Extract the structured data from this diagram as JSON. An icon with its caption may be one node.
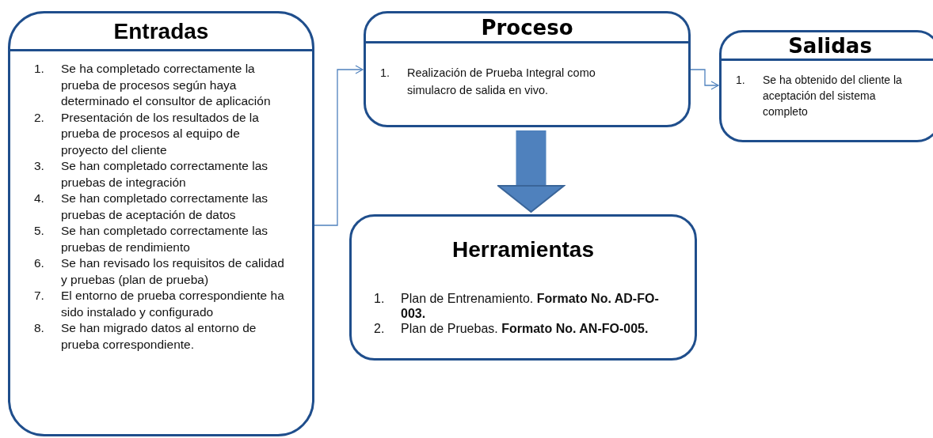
{
  "diagram": {
    "nodes": [
      {
        "text": [
          "Entradas",
          "1. Se ha completado correctamente la prueba de procesos según haya determinado el consultor de aplicación",
          "2. Presentación de los resultados de la prueba de procesos al equipo de proyecto del cliente",
          "3. Se han completado correctamente las pruebas de integración",
          "4. Se han completado correctamente las pruebas de aceptación de datos",
          "5. Se han completado correctamente las pruebas de rendimiento",
          "6. Se han revisado los requisitos de calidad y pruebas (plan de prueba)",
          "7. El entorno de prueba correspondiente ha sido instalado y configurado",
          "8. Se han migrado datos al entorno de prueba correspondiente."
        ]
      },
      {
        "text": [
          "Proceso",
          "1. Realización de Prueba Integral como simulacro de salida en vivo."
        ]
      },
      {
        "text": [
          "Salidas",
          "1. Se ha obtenido del cliente la aceptación del sistema completo"
        ]
      },
      {
        "text": [
          "Herramientas",
          "1. Plan de Entrenamiento. **Formato No. AD-FO-003.**",
          "2. Plan de Pruebas. **Formato No. AN-FO-005.**"
        ]
      }
    ],
    "edges": [
      {
        "from": 0,
        "to": 1,
        "arrow": "to"
      },
      {
        "from": 1,
        "to": 2,
        "arrow": "to"
      },
      {
        "from": 1,
        "to": 3,
        "arrow": "to",
        "style": "thick"
      }
    ]
  }
}
